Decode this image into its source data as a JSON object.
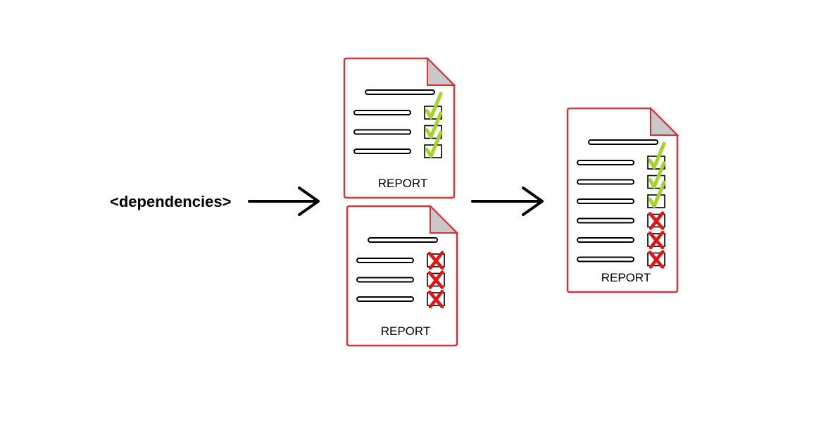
{
  "diagram": {
    "input_label": "<dependencies>",
    "colors": {
      "page_border": "#d5333a",
      "fold": "#c8c8c8",
      "line_fill": "#ffffff",
      "line_stroke": "#000000",
      "check": "#a6d32a",
      "cross": "#e81010",
      "arrow": "#000000",
      "text": "#000000"
    },
    "reports": [
      {
        "name": "report-passed",
        "label": "REPORT",
        "results": [
          "pass",
          "pass",
          "pass"
        ]
      },
      {
        "name": "report-failed",
        "label": "REPORT",
        "results": [
          "fail",
          "fail",
          "fail"
        ]
      },
      {
        "name": "report-merged",
        "label": "REPORT",
        "results": [
          "pass",
          "pass",
          "pass",
          "fail",
          "fail",
          "fail"
        ]
      }
    ],
    "arrow_count": 2
  }
}
